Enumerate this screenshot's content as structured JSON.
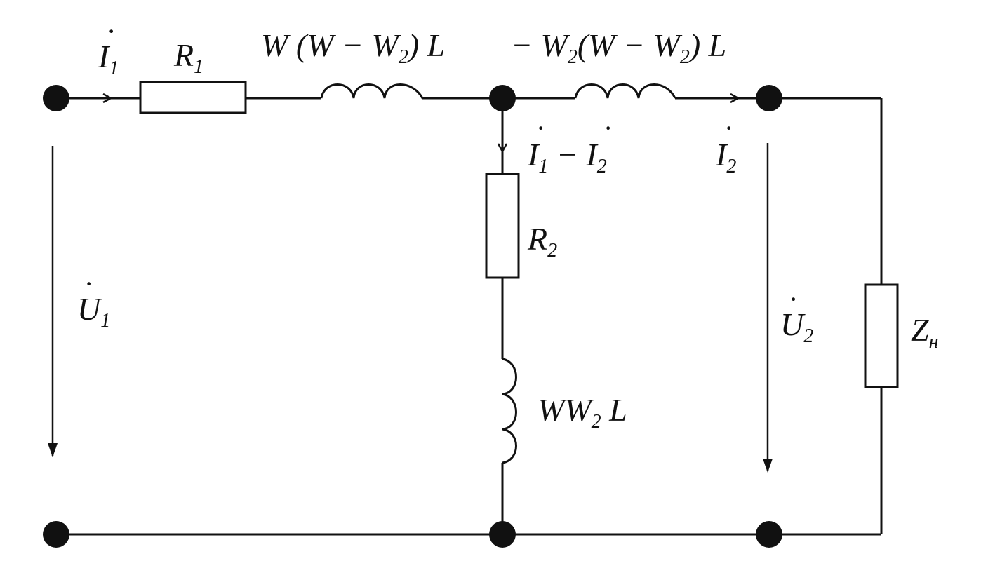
{
  "diagram": {
    "elements": {
      "R1": {
        "name": "R",
        "sub": "1"
      },
      "L_series1": {
        "part_a": "W (W − W",
        "sub": "2",
        "part_b": ") L"
      },
      "L_series2": {
        "part_a": "− W",
        "sub1": "2",
        "part_b": "(W − W",
        "sub2": "2",
        "part_c": ") L"
      },
      "R2": {
        "name": "R",
        "sub": "2"
      },
      "L_shunt": {
        "part_a": "WW",
        "sub": "2",
        "part_b": " L"
      },
      "load": {
        "name": "Z",
        "sub": "н"
      }
    },
    "currents": {
      "I1": {
        "name": "I",
        "sub": "1"
      },
      "I_branch": {
        "name1": "I",
        "sub1": "1",
        "minus": " − ",
        "name2": "I",
        "sub2": "2"
      },
      "I2": {
        "name": "I",
        "sub": "2"
      }
    },
    "voltages": {
      "U1": {
        "name": "U",
        "sub": "1"
      },
      "U2": {
        "name": "U",
        "sub": "2"
      }
    },
    "dot_mark": "·"
  }
}
